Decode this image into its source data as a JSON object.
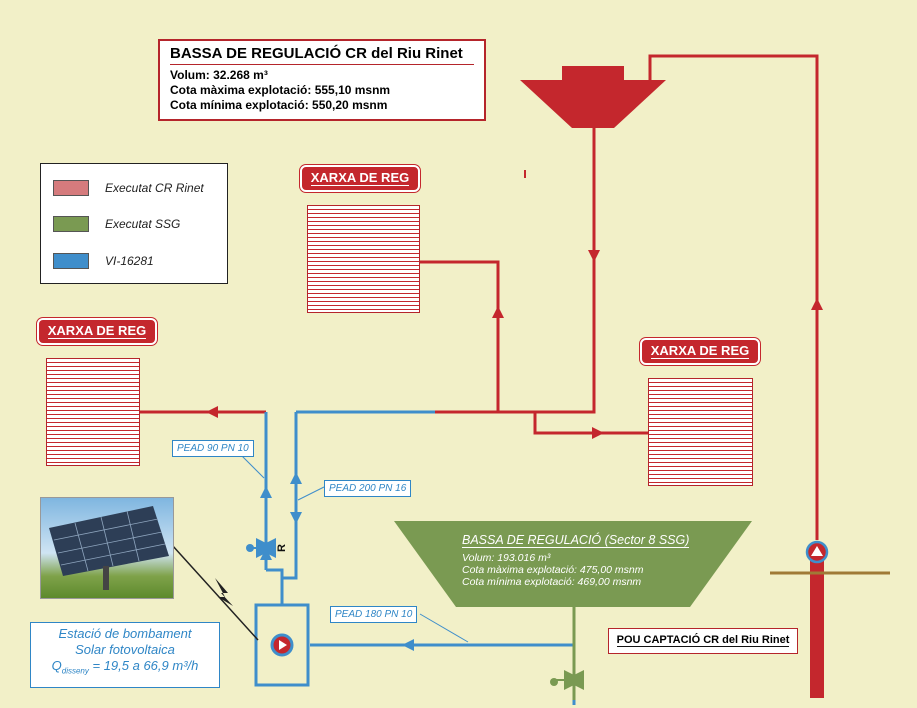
{
  "bassa_rinet": {
    "title": "BASSA DE REGULACIÓ CR del Riu Rinet",
    "volum": "Volum: 32.268 m³",
    "cota_max": "Cota màxima explotació: 555,10 msnm",
    "cota_min": "Cota mínima explotació: 550,20 msnm"
  },
  "legend": {
    "items": [
      {
        "label": "Executat CR Rinet",
        "color": "#d57b7d"
      },
      {
        "label": "Executat SSG",
        "color": "#7a9a52"
      },
      {
        "label": "VI-16281",
        "color": "#3f8ecb"
      }
    ]
  },
  "xarxa": {
    "top": "XARXA DE REG",
    "left": "XARXA DE REG",
    "right": "XARXA DE REG"
  },
  "callouts": {
    "pead90": "PEAD 90 PN 10",
    "pead200": "PEAD 200 PN 16",
    "pead180": "PEAD 180 PN 10"
  },
  "valve_label": "R",
  "bassa_ssg": {
    "title": "BASSA DE REGULACIÓ (Sector 8 SSG)",
    "volum": "Volum: 193.016 m³",
    "cota_max": "Cota màxima explotació: 475,00 msnm",
    "cota_min": "Cota mínima explotació: 469,00 msnm"
  },
  "estacio": {
    "line1": "Estació de bombament",
    "line2": "Solar fotovoltaica",
    "q_symbol": "Q",
    "q_sub": "disseny",
    "q_value": " = 19,5 a 66,9 m³/h"
  },
  "pou": "POU CAPTACIÓ CR del Riu Rinet",
  "colors": {
    "red": "#c4272d",
    "green": "#7a9a52",
    "blue": "#3f8ecb",
    "background": "#f2f0c8"
  }
}
